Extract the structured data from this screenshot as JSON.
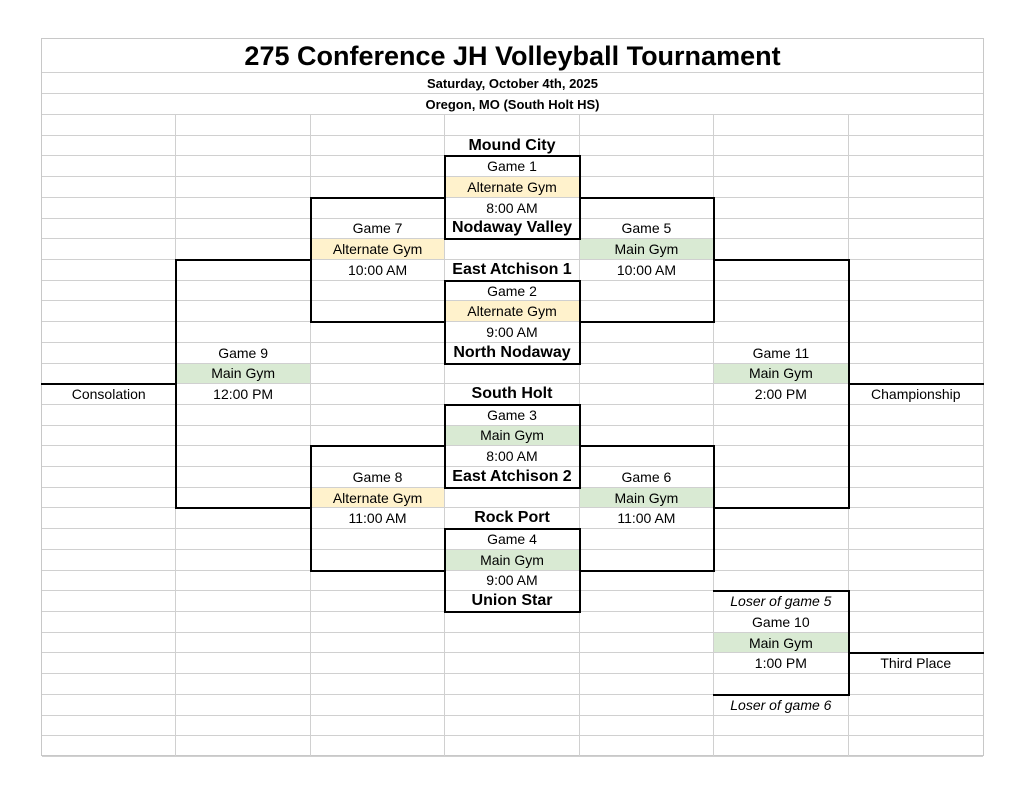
{
  "header": {
    "title": "275 Conference JH Volleyball Tournament",
    "date": "Saturday, October 4th, 2025",
    "location": "Oregon, MO (South Holt HS)"
  },
  "teams": [
    "Mound City",
    "Nodaway Valley",
    "East Atchison 1",
    "North Nodaway",
    "South Holt",
    "East Atchison 2",
    "Rock Port",
    "Union Star"
  ],
  "colors": {
    "main_gym": "#d9ead3",
    "alternate_gym": "#fff2cc",
    "grid": "#d0d0d0"
  },
  "rows": [
    [
      "",
      "",
      "",
      "",
      "",
      "",
      ""
    ],
    [
      "",
      "",
      "",
      "Mound City",
      "",
      "",
      ""
    ],
    [
      "",
      "",
      "",
      "Game 1",
      "",
      "",
      ""
    ],
    [
      "",
      "",
      "",
      "Alternate Gym",
      "",
      "",
      ""
    ],
    [
      "",
      "",
      "",
      "8:00 AM",
      "",
      "",
      ""
    ],
    [
      "",
      "",
      "Game 7",
      "Nodaway Valley",
      "Game 5",
      "",
      ""
    ],
    [
      "",
      "",
      "Alternate Gym",
      "",
      "Main Gym",
      "",
      ""
    ],
    [
      "",
      "",
      "10:00 AM",
      "East Atchison 1",
      "10:00 AM",
      "",
      ""
    ],
    [
      "",
      "",
      "",
      "Game 2",
      "",
      "",
      ""
    ],
    [
      "",
      "",
      "",
      "Alternate Gym",
      "",
      "",
      ""
    ],
    [
      "",
      "",
      "",
      "9:00 AM",
      "",
      "",
      ""
    ],
    [
      "",
      "Game 9",
      "",
      "North Nodaway",
      "",
      "Game 11",
      ""
    ],
    [
      "",
      "Main Gym",
      "",
      "",
      "",
      "Main Gym",
      ""
    ],
    [
      "Consolation",
      "12:00 PM",
      "",
      "South Holt",
      "",
      "2:00 PM",
      "Championship"
    ],
    [
      "",
      "",
      "",
      "Game 3",
      "",
      "",
      ""
    ],
    [
      "",
      "",
      "",
      "Main Gym",
      "",
      "",
      ""
    ],
    [
      "",
      "",
      "",
      "8:00 AM",
      "",
      "",
      ""
    ],
    [
      "",
      "",
      "Game 8",
      "East Atchison 2",
      "Game 6",
      "",
      ""
    ],
    [
      "",
      "",
      "Alternate Gym",
      "",
      "Main Gym",
      "",
      ""
    ],
    [
      "",
      "",
      "11:00 AM",
      "Rock Port",
      "11:00 AM",
      "",
      ""
    ],
    [
      "",
      "",
      "",
      "Game 4",
      "",
      "",
      ""
    ],
    [
      "",
      "",
      "",
      "Main Gym",
      "",
      "",
      ""
    ],
    [
      "",
      "",
      "",
      "9:00 AM",
      "",
      "",
      ""
    ],
    [
      "",
      "",
      "",
      "Union Star",
      "",
      "Loser of game 5",
      ""
    ],
    [
      "",
      "",
      "",
      "",
      "",
      "Game 10",
      ""
    ],
    [
      "",
      "",
      "",
      "",
      "",
      "Main Gym",
      ""
    ],
    [
      "",
      "",
      "",
      "",
      "",
      "1:00 PM",
      "Third Place"
    ],
    [
      "",
      "",
      "",
      "",
      "",
      "",
      ""
    ],
    [
      "",
      "",
      "",
      "",
      "",
      "Loser of game 6",
      ""
    ],
    [
      "",
      "",
      "",
      "",
      "",
      "",
      ""
    ],
    [
      "",
      "",
      "",
      "",
      "",
      "",
      ""
    ]
  ]
}
